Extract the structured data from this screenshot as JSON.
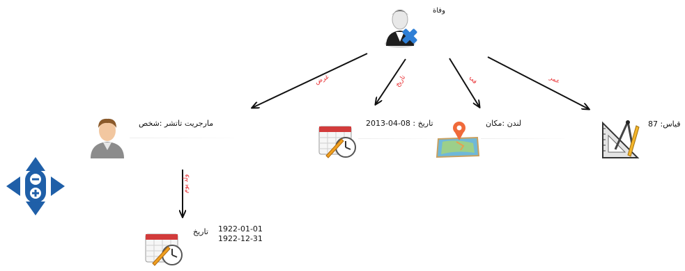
{
  "nodes": {
    "death": {
      "label": "وفاة"
    },
    "person": {
      "label": "مارجريت تاتشر  :شخص"
    },
    "date_event": {
      "label": "2013-04-08 : تاريخ"
    },
    "place": {
      "label": "لندن  :مكان"
    },
    "measure": {
      "label": "87 :قياس"
    },
    "birth_date": {
      "label": "تاريخ",
      "line1": "1922-01-01",
      "line2": "1922-12-31"
    }
  },
  "edges": {
    "purpose": "غرض",
    "date": "تاريخ",
    "in": "في",
    "age": "عمر",
    "born_on": "ولد يوم"
  },
  "colors": {
    "edge_label": "#e8262a",
    "arrow": "#111111",
    "nav_blue": "#1f5fa8"
  },
  "icons": [
    "user-remove-icon",
    "person-icon",
    "calendar-clock-icon",
    "map-pin-icon",
    "ruler-compass-icon",
    "navigation-pad-icon"
  ]
}
